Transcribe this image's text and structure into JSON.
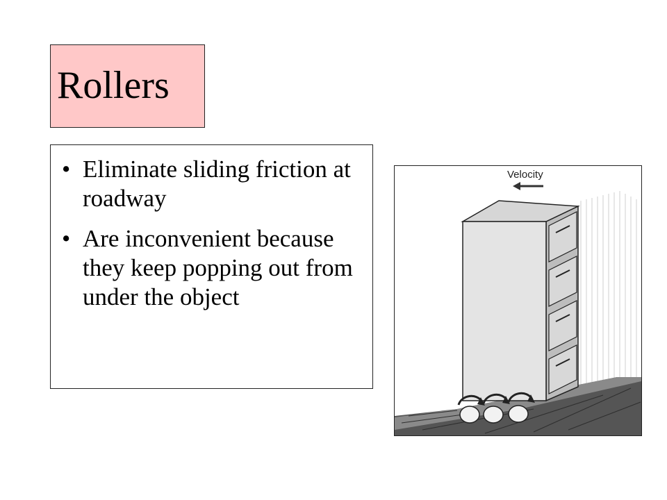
{
  "slide": {
    "title": "Rollers",
    "bullets": [
      "Eliminate sliding friction at roadway",
      "Are inconvenient because they keep popping out from under the object"
    ]
  },
  "figure": {
    "velocity_label": "Velocity",
    "icon": "filing-cabinet-on-rollers-illustration"
  },
  "colors": {
    "title_background": "#ffc8c8",
    "border": "#222222",
    "text": "#000000"
  }
}
